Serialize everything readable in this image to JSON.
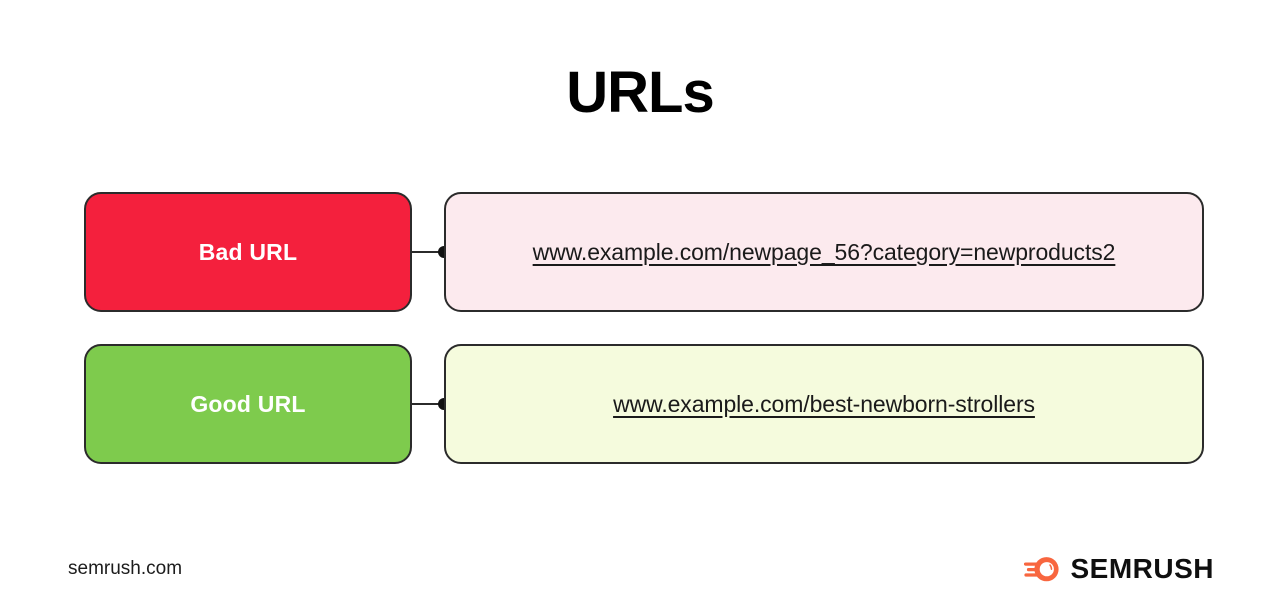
{
  "slide": {
    "title": "URLs",
    "background_color": "#ffffff"
  },
  "rows": [
    {
      "label": "Bad URL",
      "label_color": "#f4203d",
      "label_text_color": "#ffffff",
      "url": "www.example.com/newpage_56?category=newproducts2",
      "url_box_color": "#fceaee",
      "border_color": "#2b2b2b"
    },
    {
      "label": "Good URL",
      "label_color": "#7ecb4d",
      "label_text_color": "#ffffff",
      "url": "www.example.com/best-newborn-strollers",
      "url_box_color": "#f5fbdd",
      "border_color": "#2b2b2b"
    }
  ],
  "footer": {
    "site": "semrush.com",
    "brand_name": "SEMRUSH",
    "brand_icon": "semrush-comet-icon",
    "brand_color": "#f8663f"
  }
}
